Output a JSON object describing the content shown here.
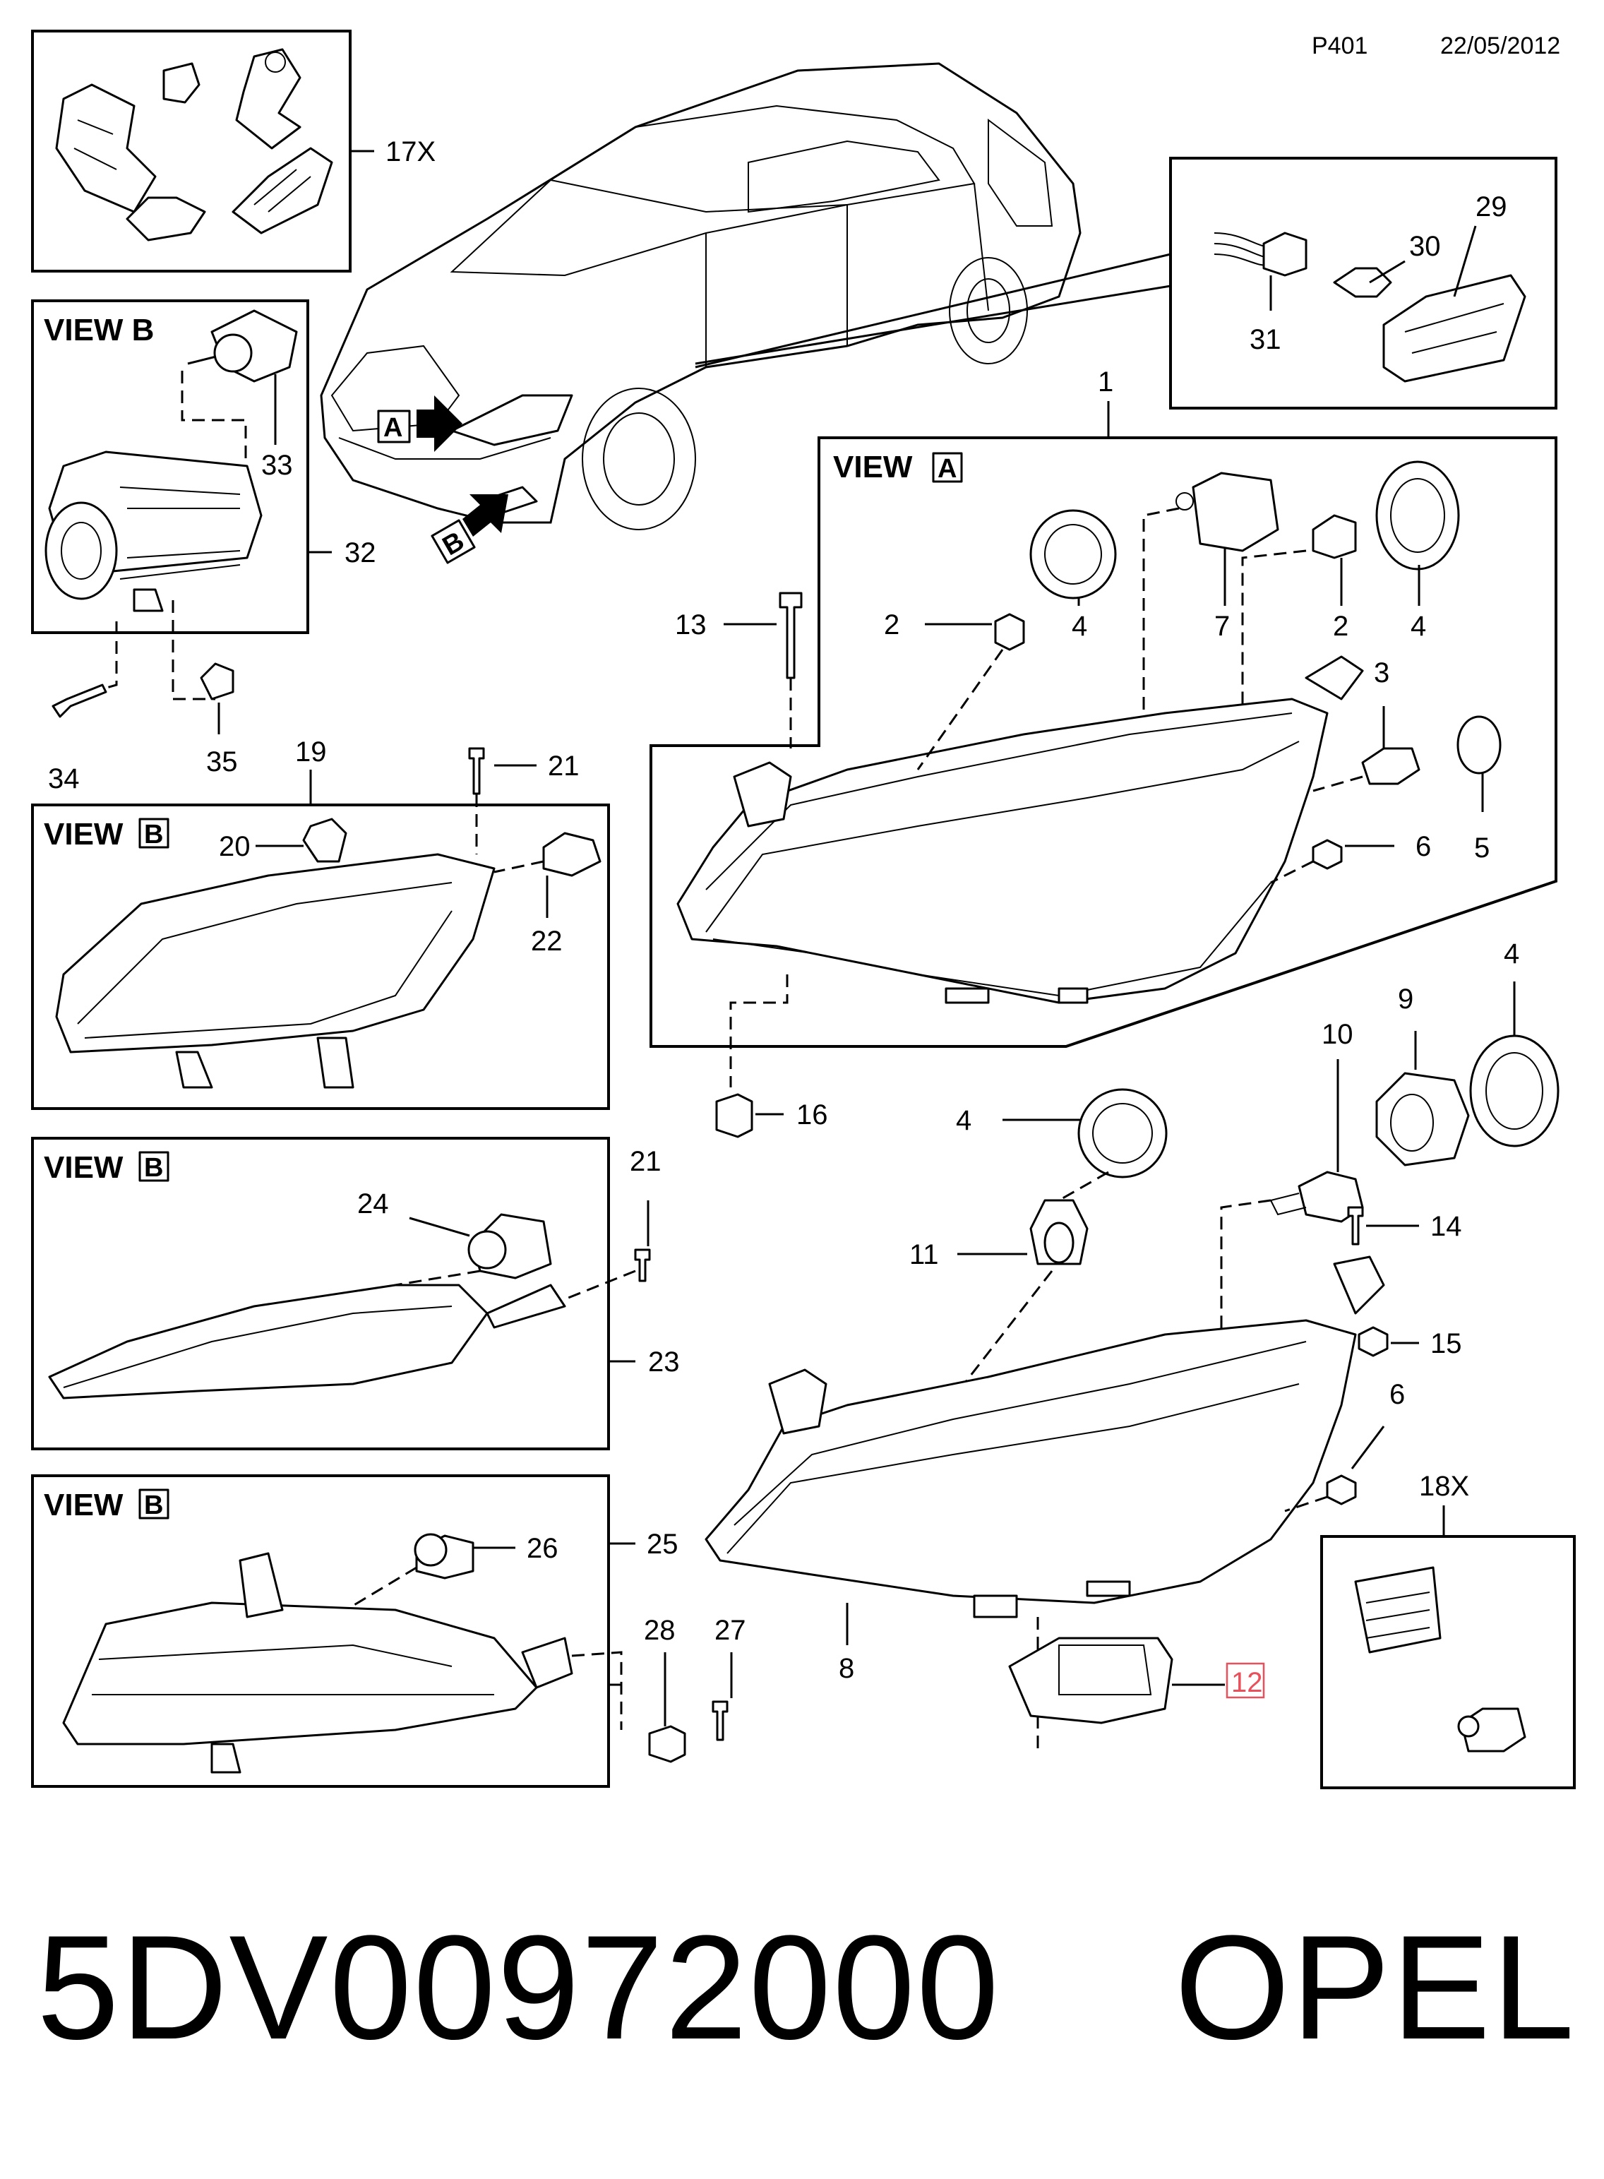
{
  "header": {
    "page_code": "P401",
    "date": "22/05/2012"
  },
  "view_labels": {
    "view_b": "VIEW B",
    "view": "VIEW",
    "letter_a": "A",
    "letter_b": "B"
  },
  "callouts": {
    "c1": "1",
    "c2": "2",
    "c3": "3",
    "c4": "4",
    "c5": "5",
    "c6": "6",
    "c7": "7",
    "c8": "8",
    "c9": "9",
    "c10": "10",
    "c11": "11",
    "c12": "12",
    "c13": "13",
    "c14": "14",
    "c15": "15",
    "c16": "16",
    "c17x": "17X",
    "c18x": "18X",
    "c19": "19",
    "c20": "20",
    "c21": "21",
    "c22": "22",
    "c23": "23",
    "c24": "24",
    "c25": "25",
    "c26": "26",
    "c27": "27",
    "c28": "28",
    "c29": "29",
    "c30": "30",
    "c31": "31",
    "c32": "32",
    "c33": "33",
    "c34": "34",
    "c35": "35"
  },
  "highlight_color": "#e8505b",
  "footer": {
    "part_number": "5DV00972000",
    "brand": "OPEL"
  }
}
